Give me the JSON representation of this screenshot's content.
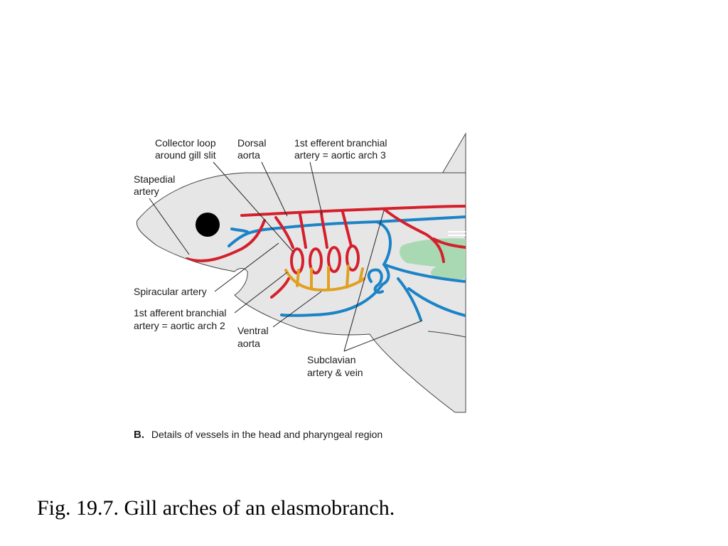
{
  "labels": {
    "collector_loop_1": "Collector loop",
    "collector_loop_2": "around gill slit",
    "dorsal_aorta_1": "Dorsal",
    "dorsal_aorta_2": "aorta",
    "efferent_1": "1st efferent branchial",
    "efferent_2": "artery = aortic arch 3",
    "stapedial_1": "Stapedial",
    "stapedial_2": "artery",
    "spiracular": "Spiracular artery",
    "afferent_1": "1st afferent branchial",
    "afferent_2": "artery = aortic arch 2",
    "ventral_aorta_1": "Ventral",
    "ventral_aorta_2": "aorta",
    "subclavian_1": "Subclavian",
    "subclavian_2": "artery & vein"
  },
  "panel": {
    "letter": "B.",
    "description": "Details of vessels in the head and pharyngeal region"
  },
  "caption": "Fig. 19.7. Gill arches of an elasmobranch.",
  "colors": {
    "body": "#e6e6e6",
    "artery": "#d4202c",
    "vein": "#1c83c6",
    "afferent": "#e1a020",
    "organ": "#a9d9b3"
  }
}
